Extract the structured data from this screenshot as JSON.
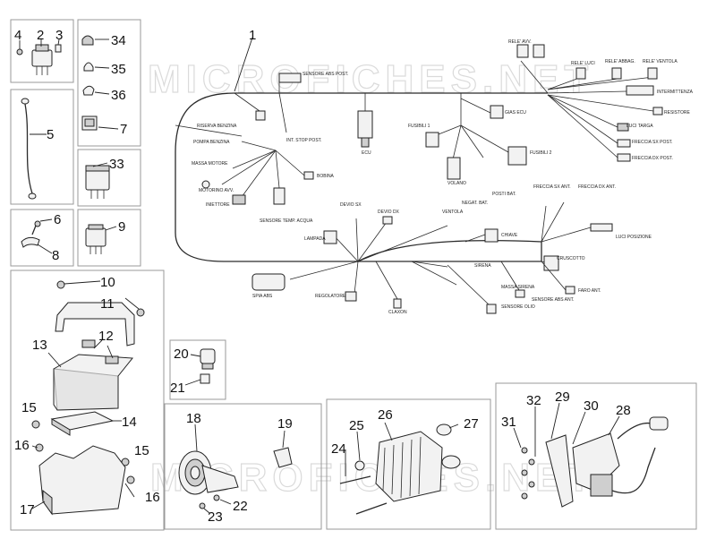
{
  "watermark": "MICROFICHES.NET",
  "callouts": [
    "1",
    "2",
    "3",
    "4",
    "5",
    "6",
    "7",
    "8",
    "9",
    "10",
    "11",
    "12",
    "13",
    "14",
    "15",
    "15",
    "16",
    "16",
    "17",
    "18",
    "19",
    "20",
    "21",
    "22",
    "23",
    "24",
    "25",
    "26",
    "27",
    "28",
    "29",
    "30",
    "31",
    "32",
    "33",
    "34",
    "35",
    "36"
  ],
  "harness_labels": [
    "SENSORE ABS POST.",
    "RELE' AVV.",
    "RELE' LUCI",
    "RELE' ABBAG.",
    "RELE' VENTOLA",
    "INTERMITTENZA",
    "RESISTORE",
    "GIAS ECU",
    "FUSIBILI 1",
    "FUSIBILI 2",
    "LUCI TARGA",
    "FRECCIA SX POST.",
    "FRECCIA DX POST.",
    "RISERVA BENZINA",
    "POMPA BENZINA",
    "INT. STOP POST.",
    "ECU",
    "MASSA MOTORE",
    "MOTORINO AVV.",
    "BOBINA",
    "INIETTORE",
    "SENSORE TEMP. ACQUA",
    "VOLANO",
    "POSTI BAT.",
    "NEGAT. BAT.",
    "DEVIO SX",
    "DEVIO DX",
    "VENTOLA",
    "LAMPADA",
    "CHIAVE",
    "FRECCIA SX ANT.",
    "FRECCIA DX ANT.",
    "LUCI POSIZIONE",
    "CRUSCOTTO",
    "REGOLATORE",
    "SIRENA",
    "MASSA SIRENA",
    "SENSORE OLIO",
    "CLAXON",
    "SENSORE ABS ANT.",
    "FARO ANT.",
    "SPIA ABS"
  ]
}
